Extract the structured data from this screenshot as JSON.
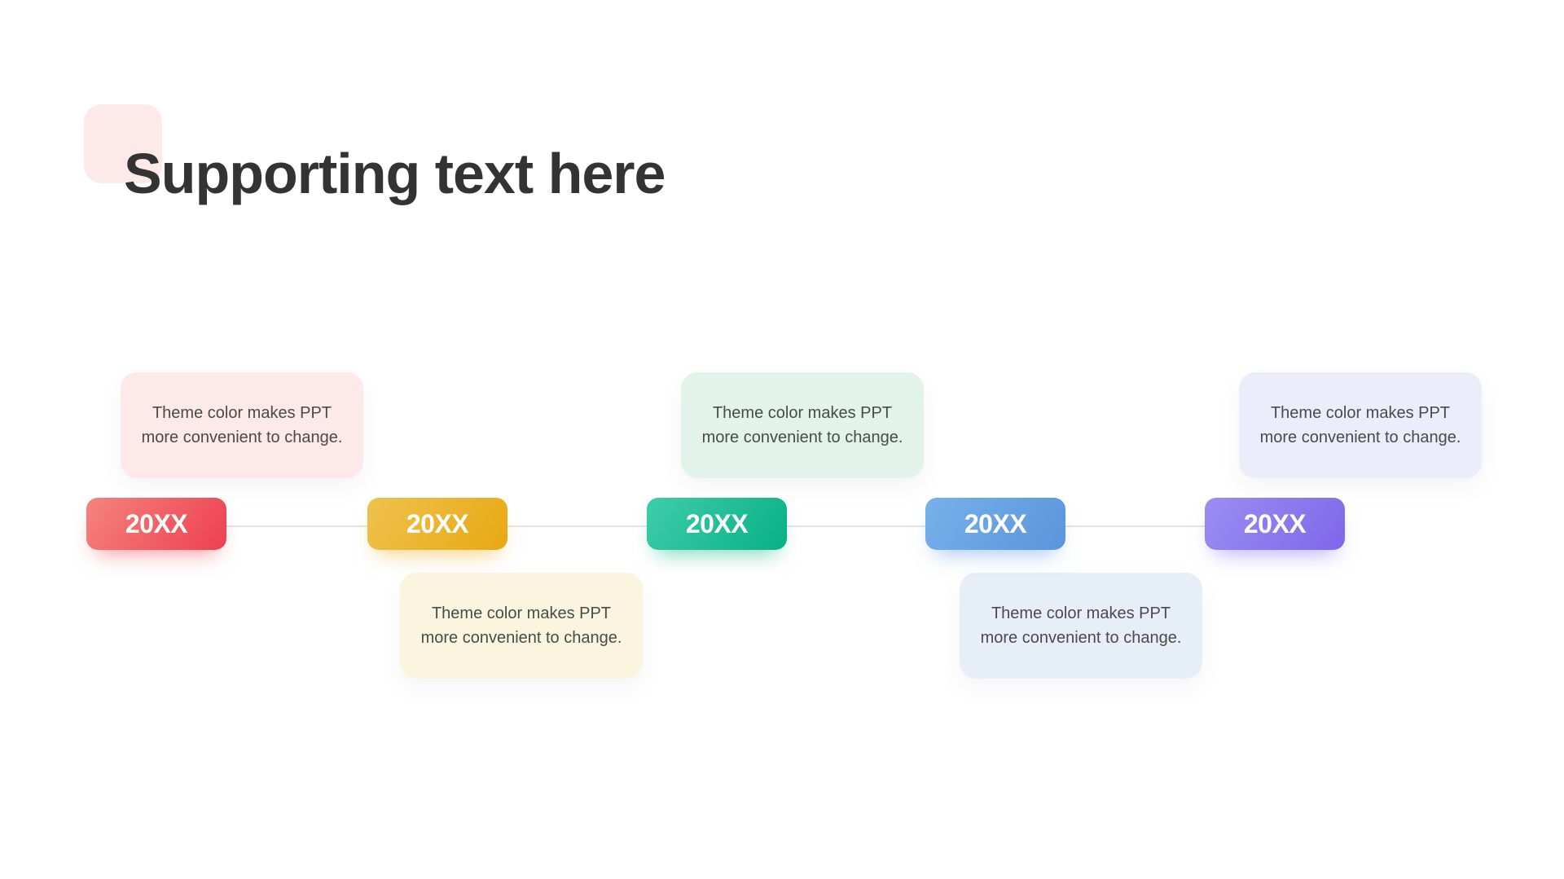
{
  "slide": {
    "title": "Supporting text here",
    "background_color": "#ffffff",
    "decoration_color": "#fdeae8"
  },
  "timeline": {
    "connector_color": "#e4e4e4",
    "items": [
      {
        "year": "20XX",
        "card_position": "above",
        "description_lines": [
          "Theme color makes PPT",
          "more convenient to change."
        ],
        "badge_gradient": [
          "#f5837e",
          "#ed4050"
        ],
        "card_color": "#fce9e8"
      },
      {
        "year": "20XX",
        "card_position": "below",
        "description_lines": [
          "Theme color makes PPT",
          "more convenient to change."
        ],
        "badge_gradient": [
          "#efc24e",
          "#e8a812"
        ],
        "card_color": "#fbf4de"
      },
      {
        "year": "20XX",
        "card_position": "above",
        "description_lines": [
          "Theme color makes PPT",
          "more convenient to change."
        ],
        "badge_gradient": [
          "#3ecdaa",
          "#09b085"
        ],
        "card_color": "#e2f3ec"
      },
      {
        "year": "20XX",
        "card_position": "below",
        "description_lines": [
          "Theme color makes PPT",
          "more convenient to change."
        ],
        "badge_gradient": [
          "#77b1ea",
          "#5b94dc"
        ],
        "card_color": "#e6eff8"
      },
      {
        "year": "20XX",
        "card_position": "above",
        "description_lines": [
          "Theme color makes PPT",
          "more convenient to change."
        ],
        "badge_gradient": [
          "#9b8ef2",
          "#7e67ea"
        ],
        "card_color": "#edecfa"
      }
    ]
  }
}
